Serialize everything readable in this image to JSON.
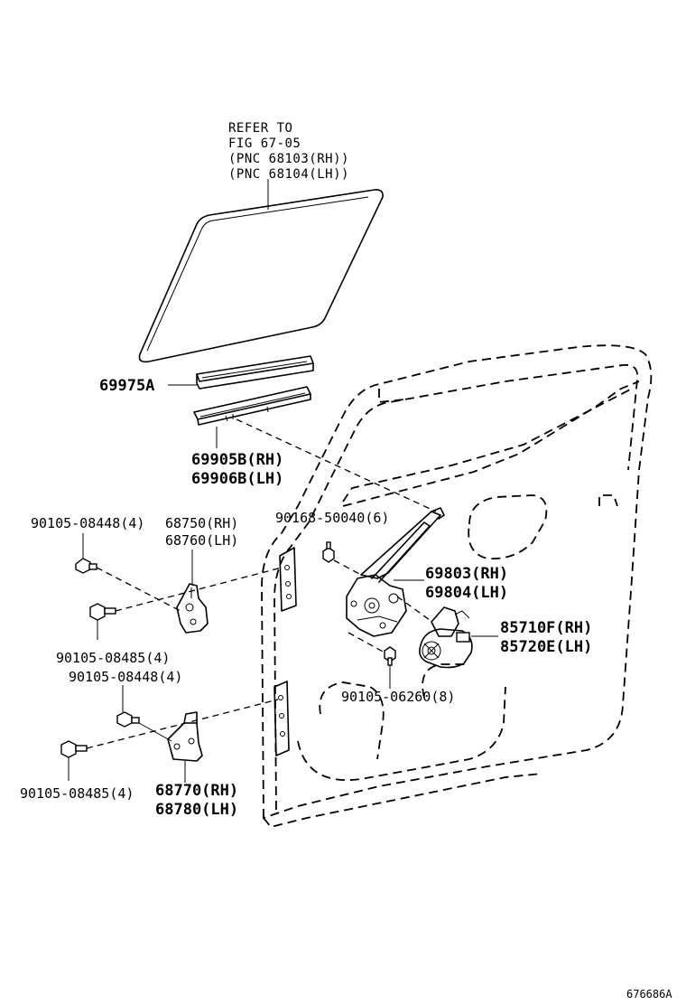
{
  "labels": {
    "refer_line1": "REFER TO",
    "refer_line2": "FIG 67-05",
    "refer_line3": "(PNC 68103(RH))",
    "refer_line4": "(PNC 68104(LH))",
    "run_channel": "69975A",
    "belt_rh": "69905B(RH)",
    "belt_lh": "69906B(LH)",
    "bolt_upper_hinge_1": "90105-08448(4)",
    "hinge_upper_rh": "68750(RH)",
    "hinge_upper_lh": "68760(LH)",
    "bolt_upper_hinge_2": "90105-08485(4)",
    "bolt_regulator_top": "90168-50040(6)",
    "regulator_rh": "69803(RH)",
    "regulator_lh": "69804(LH)",
    "motor_rh": "85710F(RH)",
    "motor_lh": "85720E(LH)",
    "bolt_lower_hinge_1": "90105-08448(4)",
    "bolt_regulator_bottom": "90105-06260(8)",
    "bolt_lower_hinge_2": "90105-08485(4)",
    "hinge_lower_rh": "68770(RH)",
    "hinge_lower_lh": "68780(LH)",
    "figure_id": "676686A"
  }
}
